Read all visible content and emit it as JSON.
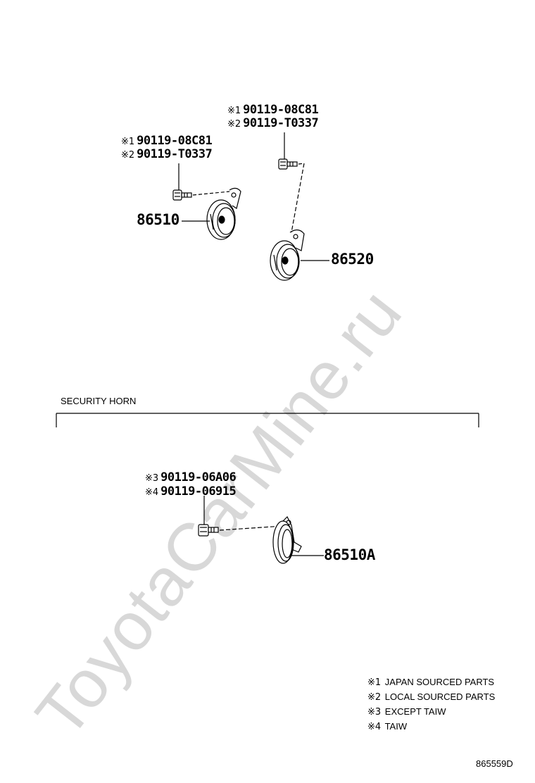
{
  "watermark": "ToyotaCarMine.ru",
  "top_section": {
    "left_bolt": {
      "mark1": "※1",
      "part1": "90119-08C81",
      "mark2": "※2",
      "part2": "90119-T0337"
    },
    "right_bolt": {
      "mark1": "※1",
      "part1": "90119-08C81",
      "mark2": "※2",
      "part2": "90119-T0337"
    },
    "horn_low": "86510",
    "horn_high": "86520"
  },
  "security_section": {
    "title": "SECURITY HORN",
    "bolt": {
      "mark1": "※3",
      "part1": "90119-06A06",
      "mark2": "※4",
      "part2": "90119-06915"
    },
    "horn": "86510A"
  },
  "legend": [
    {
      "mark": "※1",
      "text": "JAPAN SOURCED PARTS"
    },
    {
      "mark": "※2",
      "text": "LOCAL SOURCED PARTS"
    },
    {
      "mark": "※3",
      "text": "EXCEPT TAIW"
    },
    {
      "mark": "※4",
      "text": "TAIW"
    }
  ],
  "diagram_id": "865559D"
}
